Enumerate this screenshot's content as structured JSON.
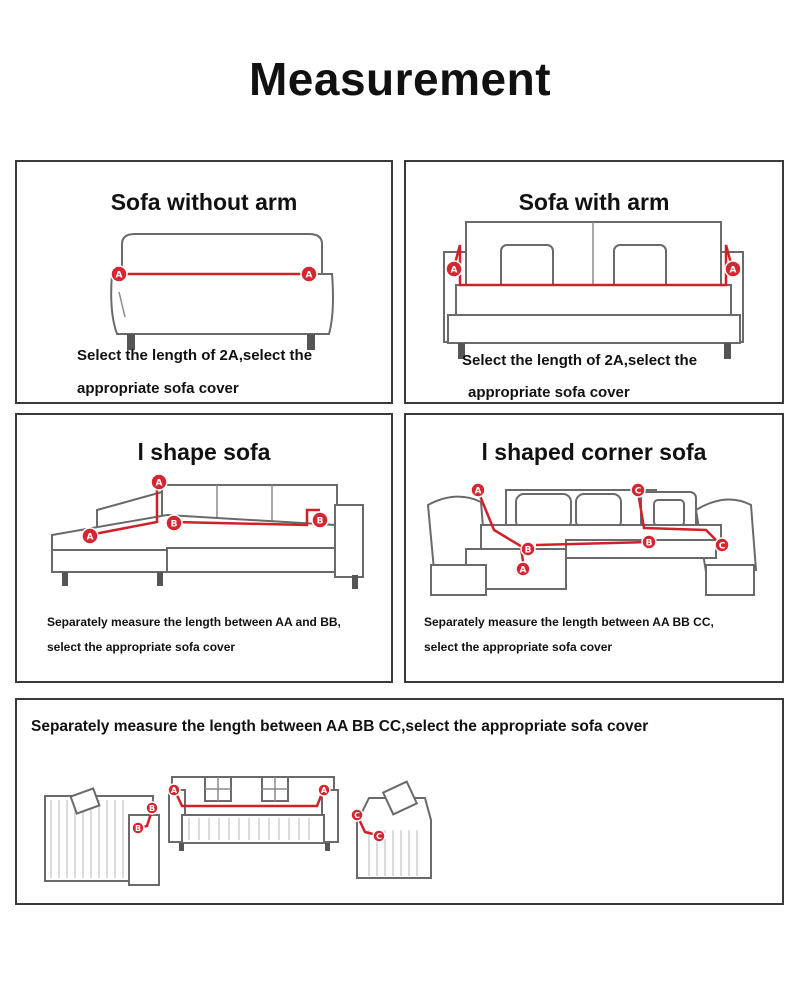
{
  "title": "Measurement",
  "panels": {
    "without_arm": {
      "heading": "Sofa without arm",
      "note_line1": "Select the length of 2A,select the",
      "note_line2": "appropriate sofa cover"
    },
    "with_arm": {
      "heading": "Sofa with arm",
      "note_line1": "Select the length of 2A,select the",
      "note_line2": "appropriate sofa cover"
    },
    "l_shape": {
      "heading": "l shape sofa",
      "note_line1": "Separately measure the length between AA and BB,",
      "note_line2": "select the appropriate sofa cover"
    },
    "l_corner": {
      "heading": "l shaped corner sofa",
      "note_line1": "Separately measure the length between AA BB CC,",
      "note_line2": "select the appropriate sofa cover"
    },
    "set": {
      "note": "Separately measure the length between AA BB CC,select the appropriate sofa cover"
    }
  },
  "markers": {
    "a": "A",
    "b": "B",
    "c": "C"
  },
  "colors": {
    "measure_line": "#d0202a",
    "marker": "#d42630",
    "border": "#3a3a3a"
  }
}
